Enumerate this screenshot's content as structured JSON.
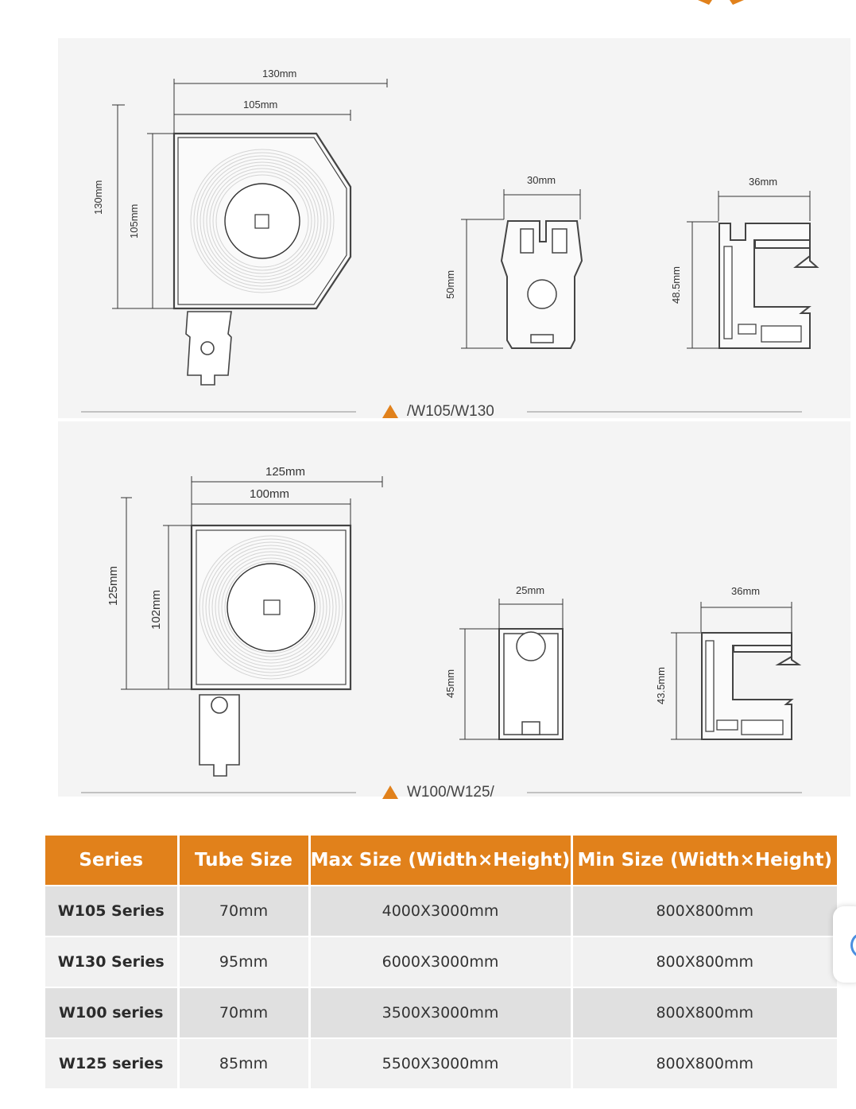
{
  "panels": [
    {
      "caption": "/W105/W130",
      "dims": {
        "box_outer_w": "130mm",
        "box_inner_w": "105mm",
        "box_outer_h": "130mm",
        "box_inner_h": "105mm",
        "rail_w": "30mm",
        "rail_h": "50mm",
        "bar_w": "36mm",
        "bar_h": "48.5mm"
      }
    },
    {
      "caption": "W100/W125/",
      "dims": {
        "box_outer_w": "125mm",
        "box_inner_w": "100mm",
        "box_outer_h": "125mm",
        "box_inner_h": "102mm",
        "rail_w": "25mm",
        "rail_h": "45mm",
        "bar_w": "36mm",
        "bar_h": "43.5mm"
      }
    }
  ],
  "colors": {
    "accent": "#e1811b",
    "line": "#3a3a3a",
    "coil": "#d6d6d6"
  },
  "table": {
    "headers": [
      "Series",
      "Tube Size",
      "Max Size (Width×Height)",
      "Min Size (Width×Height)"
    ],
    "rows": [
      [
        "W105 Series",
        "70mm",
        "4000X3000mm",
        "800X800mm"
      ],
      [
        "W130 Series",
        "95mm",
        "6000X3000mm",
        "800X800mm"
      ],
      [
        "W100 series",
        "70mm",
        "3500X3000mm",
        "800X800mm"
      ],
      [
        "W125 series",
        "85mm",
        "5500X3000mm",
        "800X800mm"
      ]
    ]
  }
}
